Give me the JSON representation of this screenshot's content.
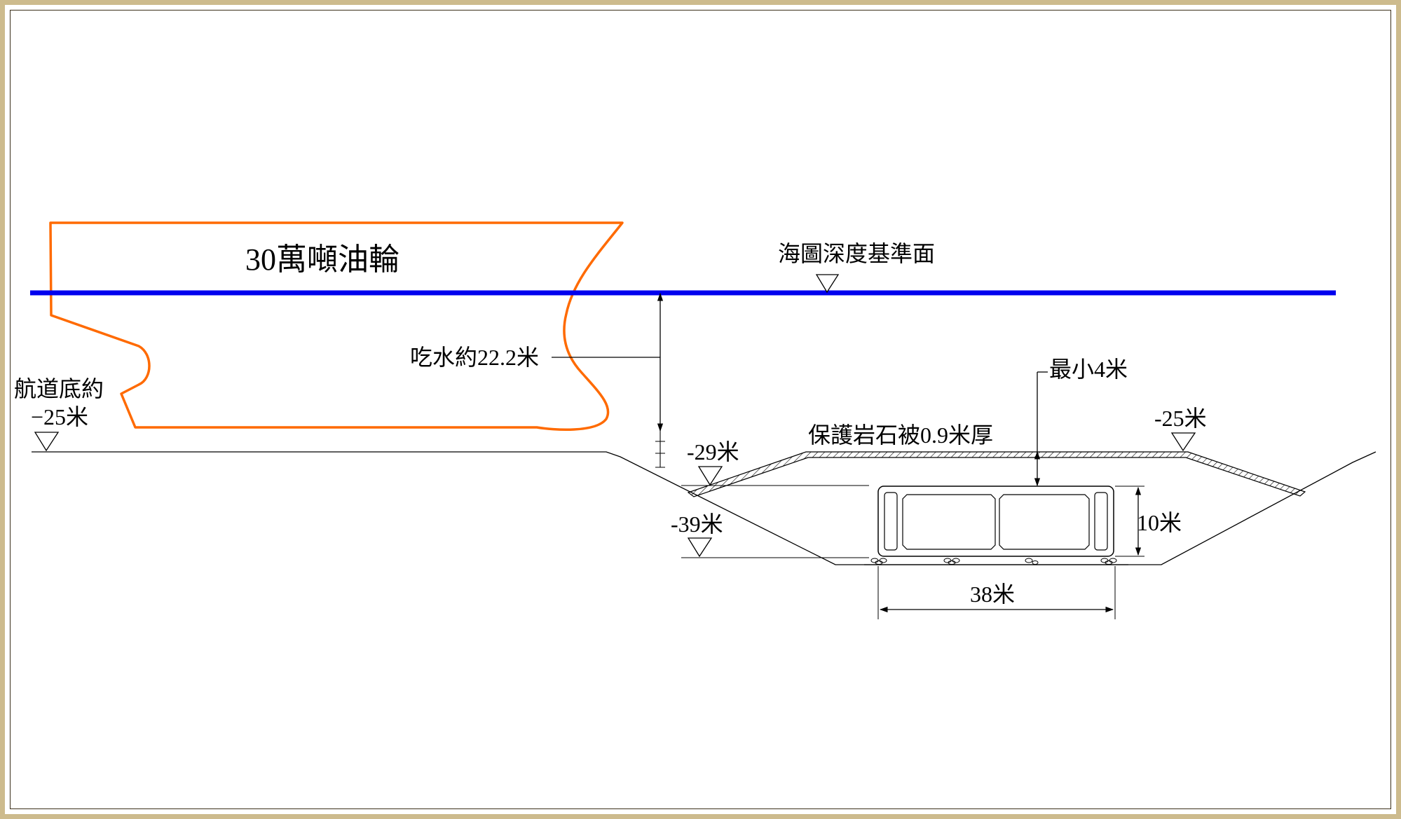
{
  "colors": {
    "waterline": "#0000ee",
    "ship": "#ff6a00",
    "line": "#000000",
    "border": "#cdbb8d"
  },
  "labels": {
    "ship": "30萬噸油輪",
    "datum": "海圖深度基準面",
    "draft": "吃水約22.2米",
    "channel_line1": "航道底約",
    "channel_line2": "−25米",
    "min_cover": "最小4米",
    "armour": "保護岩石被0.9米厚",
    "level_29": "-29米",
    "level_25": "-25米",
    "level_39": "-39米",
    "height": "10米",
    "width": "38米"
  },
  "icons": {
    "level_marker": "triangle-down-icon"
  }
}
